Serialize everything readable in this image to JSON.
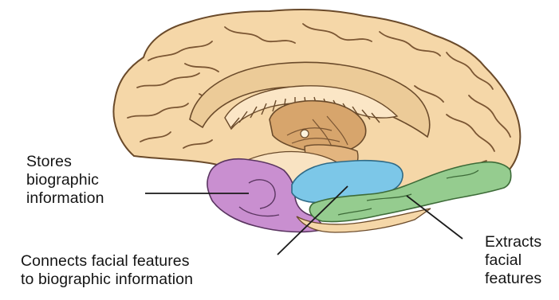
{
  "labels": {
    "stores": "Stores\nbiographic\ninformation",
    "connects": "Connects facial features\nto biographic information",
    "extracts": "Extracts\nfacial\nfeatures"
  },
  "colors": {
    "cortex_fill": "#f5d7a8",
    "cortex_stroke": "#6a4a2a",
    "inner_fill": "#e9c891",
    "midbrain_fill": "#d3a46c",
    "purple_region": "#c98fd0",
    "blue_region": "#7cc7e8",
    "green_region": "#95cc8f",
    "leader_lines": "#1a1a1a"
  }
}
